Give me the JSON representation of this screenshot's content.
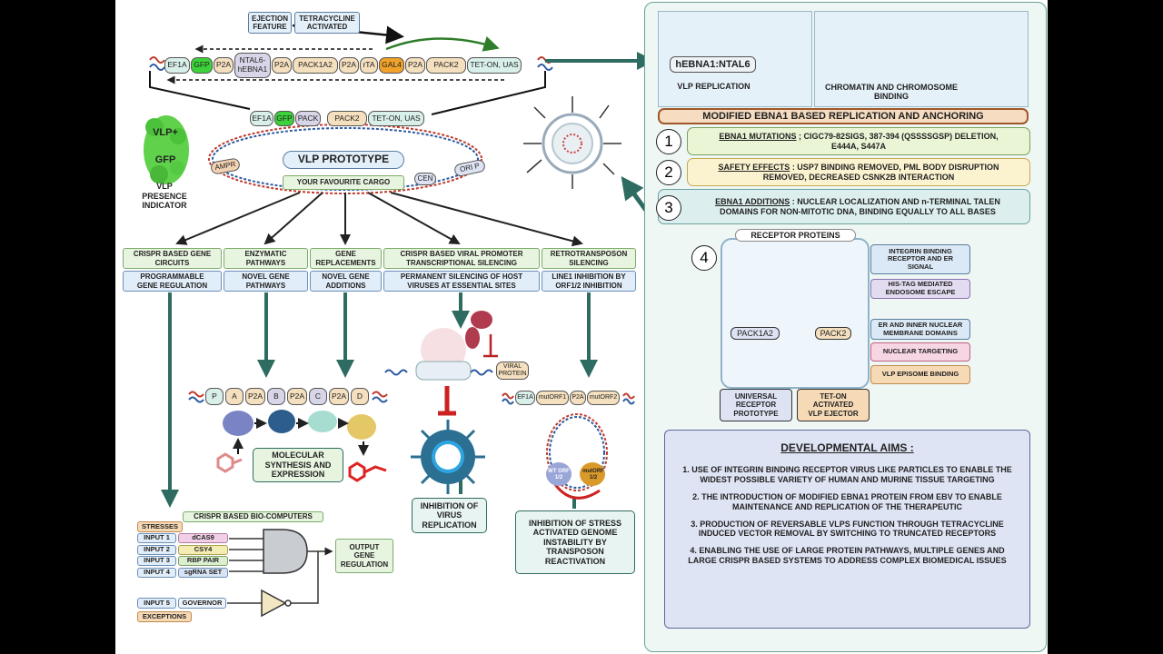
{
  "top_labels": {
    "ejection": "EJECTION\nFEATURE",
    "tetracycline": "TETRACYCLINE\nACTIVATED"
  },
  "construct1": [
    "EF1A",
    "GFP",
    "P2A",
    "NTAL6-\nhEBNA1",
    "P2A",
    "PACK1A2",
    "P2A",
    "rTA",
    "GAL4",
    "P2A",
    "PACK2",
    "TET-ON, UAS"
  ],
  "construct2": [
    "EF1A",
    "GFP",
    "PACK",
    "PACK2",
    "TET-ON, UAS"
  ],
  "vlp_indicator": {
    "vlp": "VLP+",
    "gfp": "GFP",
    "caption": "VLP\nPRESENCE\nINDICATOR"
  },
  "prototype": {
    "title": "VLP PROTOTYPE",
    "cargo": "YOUR FAVOURITE CARGO",
    "ampr": "AMPR",
    "cen": "CEN",
    "ori": "ORI P"
  },
  "categories": [
    {
      "top": "CRISPR BASED GENE\nCIRCUITS",
      "bottom": "PROGRAMMABLE\nGENE REGULATION"
    },
    {
      "top": "ENZYMATIC\nPATHWAYS",
      "bottom": "NOVEL GENE\nPATHWAYS"
    },
    {
      "top": "GENE\nREPLACEMENTS",
      "bottom": "NOVEL GENE\nADDITIONS"
    },
    {
      "top": "CRISPR BASED VIRAL PROMOTER\nTRANSCRIPTIONAL SILENCING",
      "bottom": "PERMANENT SILENCING OF HOST\nVIRUSES AT ESSENTIAL SITES"
    },
    {
      "top": "RETROTRANSPOSON\nSILENCING",
      "bottom": "LINE1 INHIBITION BY\nORF1/2 INHIBITION"
    }
  ],
  "pathway_genes": [
    "P",
    "A",
    "P2A",
    "B",
    "P2A",
    "C",
    "P2A",
    "D"
  ],
  "molecular": "MOLECULAR\nSYNTHESIS AND\nEXPRESSION",
  "viral_protein": "VIRAL\nPROTEIN",
  "inhibition_virus": "INHIBITION OF\nVIRUS\nREPLICATION",
  "orf_construct": [
    "EF1A",
    "mutORF1",
    "P2A",
    "mutORF2"
  ],
  "wt_orf": "WT ORF\n1/2",
  "mut_orf": "mutORF\n1/2",
  "inhibition_stress": "INHIBITION OF STRESS\nACTIVATED GENOME\nINSTABILITY BY\nTRANSPOSON\nREACTIVATION",
  "biocomputer": {
    "title": "CRISPR BASED BIO-COMPUTERS",
    "stresses": "STRESSES",
    "inputs": [
      {
        "label": "INPUT 1",
        "value": "dCAS9"
      },
      {
        "label": "INPUT 2",
        "value": "CSY4"
      },
      {
        "label": "INPUT 3",
        "value": "RBP PAIR"
      },
      {
        "label": "INPUT 4",
        "value": "sgRNA SET"
      }
    ],
    "input5": "INPUT 5",
    "governor": "GOVERNOR",
    "exceptions": "EXCEPTIONS",
    "output": "OUTPUT\nGENE\nREGULATION"
  },
  "right": {
    "hebna": "hEBNA1:NTAL6",
    "vlp_replication": "VLP REPLICATION",
    "chromatin": "CHROMATIN AND CHROMOSOME BINDING",
    "heading": "MODIFIED EBNA1 BASED REPLICATION AND ANCHORING",
    "items": [
      {
        "num": "1",
        "title": "EBNA1 MUTATIONS",
        "text": " ; CIGC79-82SIGS, 387-394 (QSSSSGSP) DELETION,\nE444A, S447A"
      },
      {
        "num": "2",
        "title": "SAFETY EFFECTS",
        "text": " : USP7 BINDING REMOVED, PML BODY DISRUPTION\nREMOVED, DECREASED CSNK2B INTERACTION"
      },
      {
        "num": "3",
        "title": "EBNA1 ADDITIONS",
        "text": " : NUCLEAR LOCALIZATION AND n-TERMINAL TALEN\nDOMAINS FOR NON-MITOTIC DNA,  BINDING EQUALLY TO ALL BASES"
      }
    ],
    "num4": "4",
    "receptor_title": "RECEPTOR PROTEINS",
    "pack1a2": "PACK1A2",
    "pack2": "PACK2",
    "universal": "UNIVERSAL\nRECEPTOR\nPROTOTYPE",
    "teton": "TET-ON\nACTIVATED\nVLP EJECTOR",
    "side_tags": [
      "INTEGRIN BINDING\nRECEPTOR AND ER\nSIGNAL",
      "HIS-TAG MEDIATED\nENDOSOME ESCAPE",
      "ER AND INNER NUCLEAR\nMEMBRANE DOMAINS",
      "NUCLEAR TARGETING",
      "VLP EPISOME BINDING"
    ],
    "aims_title": "DEVELOPMENTAL AIMS :",
    "aims": [
      "1.  USE  OF INTEGRIN BINDING RECEPTOR VIRUS LIKE PARTICLES TO ENABLE THE WIDEST POSSIBLE VARIETY OF HUMAN AND MURINE TISSUE TARGETING",
      "2. THE INTRODUCTION OF MODIFIED EBNA1 PROTEIN FROM EBV TO ENABLE MAINTENANCE AND REPLICATION OF THE THERAPEUTIC",
      "3. PRODUCTION OF REVERSABLE VLPS FUNCTION THROUGH TETRACYCLINE INDUCED VECTOR REMOVAL BY SWITCHING TO TRUNCATED RECEPTORS",
      "4. ENABLING THE USE OF LARGE PROTEIN PATHWAYS, MULTIPLE GENES AND LARGE CRISPR BASED SYSTEMS TO ADDRESS COMPLEX BIOMEDICAL ISSUES"
    ]
  }
}
